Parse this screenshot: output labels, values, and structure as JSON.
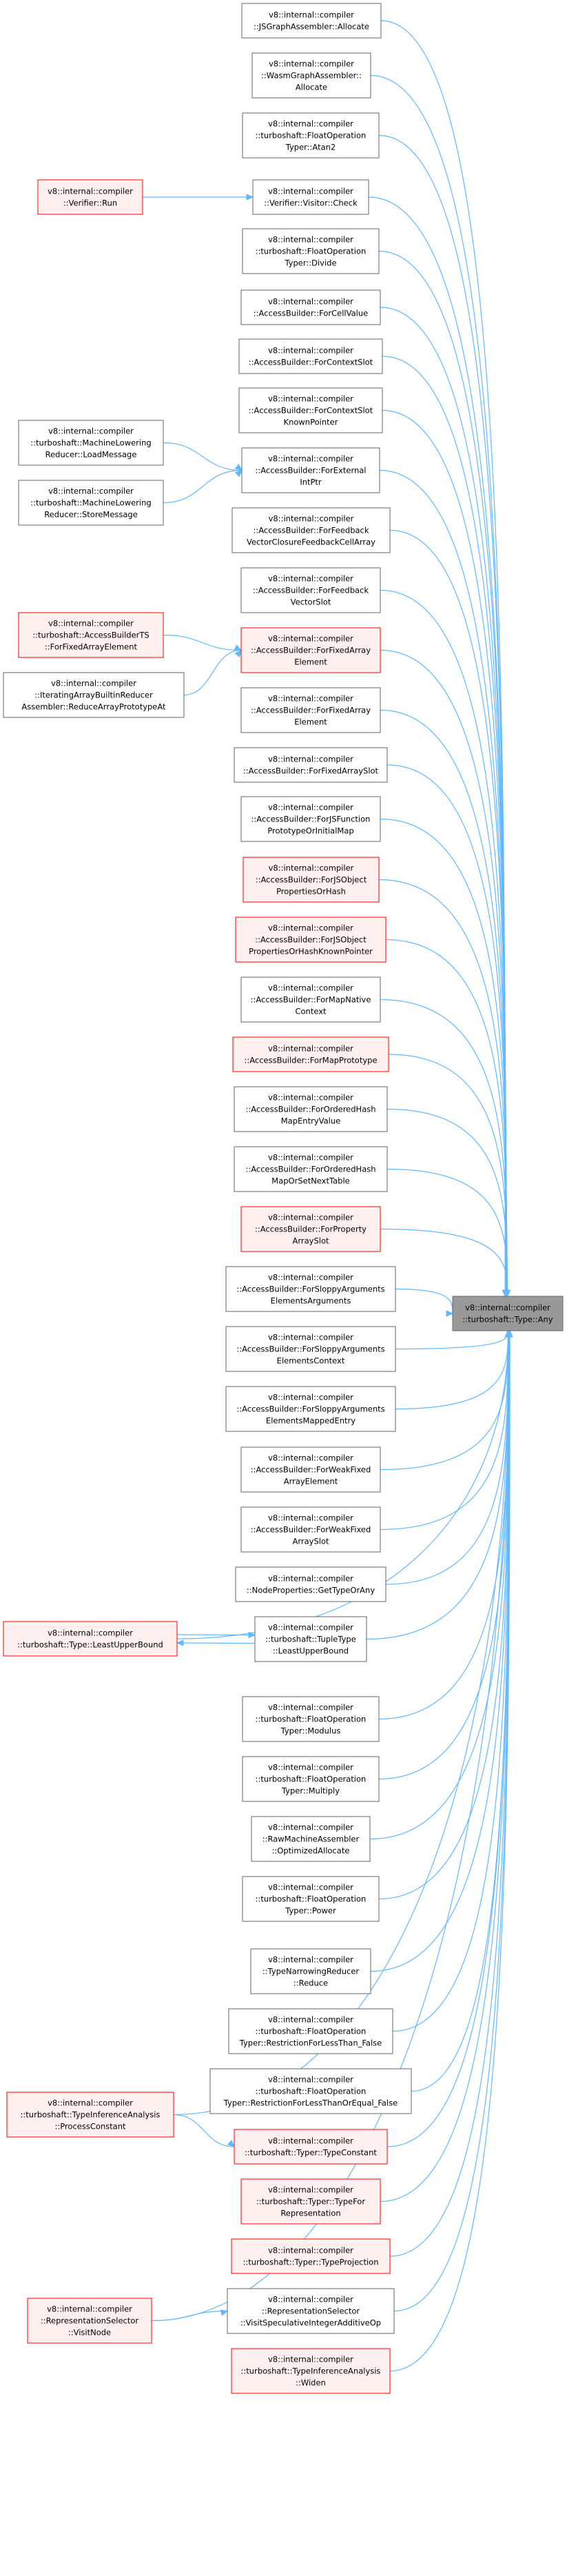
{
  "graph": {
    "target": {
      "id": "any",
      "lines": [
        "v8::internal::compiler",
        "::turboshaft::Type::Any"
      ]
    },
    "nodes": [
      {
        "id": "n01",
        "red": false,
        "lines": [
          "v8::internal::compiler",
          "::JSGraphAssembler::Allocate"
        ]
      },
      {
        "id": "n02",
        "red": false,
        "lines": [
          "v8::internal::compiler",
          "::WasmGraphAssembler::",
          "Allocate"
        ]
      },
      {
        "id": "n03",
        "red": false,
        "lines": [
          "v8::internal::compiler",
          "::turboshaft::FloatOperation",
          "Typer::Atan2"
        ]
      },
      {
        "id": "n04",
        "red": false,
        "lines": [
          "v8::internal::compiler",
          "::Verifier::Visitor::Check"
        ]
      },
      {
        "id": "n05",
        "red": false,
        "lines": [
          "v8::internal::compiler",
          "::turboshaft::FloatOperation",
          "Typer::Divide"
        ]
      },
      {
        "id": "n06",
        "red": false,
        "lines": [
          "v8::internal::compiler",
          "::AccessBuilder::ForCellValue"
        ]
      },
      {
        "id": "n07",
        "red": false,
        "lines": [
          "v8::internal::compiler",
          "::AccessBuilder::ForContextSlot"
        ]
      },
      {
        "id": "n08",
        "red": false,
        "lines": [
          "v8::internal::compiler",
          "::AccessBuilder::ForContextSlot",
          "KnownPointer"
        ]
      },
      {
        "id": "n09",
        "red": false,
        "lines": [
          "v8::internal::compiler",
          "::AccessBuilder::ForExternal",
          "IntPtr"
        ]
      },
      {
        "id": "n10",
        "red": false,
        "lines": [
          "v8::internal::compiler",
          "::AccessBuilder::ForFeedback",
          "VectorClosureFeedbackCellArray"
        ]
      },
      {
        "id": "n11",
        "red": false,
        "lines": [
          "v8::internal::compiler",
          "::AccessBuilder::ForFeedback",
          "VectorSlot"
        ]
      },
      {
        "id": "n12",
        "red": true,
        "lines": [
          "v8::internal::compiler",
          "::AccessBuilder::ForFixedArray",
          "Element"
        ]
      },
      {
        "id": "n13",
        "red": false,
        "lines": [
          "v8::internal::compiler",
          "::AccessBuilder::ForFixedArray",
          "Element"
        ]
      },
      {
        "id": "n14",
        "red": false,
        "lines": [
          "v8::internal::compiler",
          "::AccessBuilder::ForFixedArraySlot"
        ]
      },
      {
        "id": "n15",
        "red": false,
        "lines": [
          "v8::internal::compiler",
          "::AccessBuilder::ForJSFunction",
          "PrototypeOrInitialMap"
        ]
      },
      {
        "id": "n16",
        "red": true,
        "lines": [
          "v8::internal::compiler",
          "::AccessBuilder::ForJSObject",
          "PropertiesOrHash"
        ]
      },
      {
        "id": "n17",
        "red": true,
        "lines": [
          "v8::internal::compiler",
          "::AccessBuilder::ForJSObject",
          "PropertiesOrHashKnownPointer"
        ]
      },
      {
        "id": "n18",
        "red": false,
        "lines": [
          "v8::internal::compiler",
          "::AccessBuilder::ForMapNative",
          "Context"
        ]
      },
      {
        "id": "n19",
        "red": true,
        "lines": [
          "v8::internal::compiler",
          "::AccessBuilder::ForMapPrototype"
        ]
      },
      {
        "id": "n20",
        "red": false,
        "lines": [
          "v8::internal::compiler",
          "::AccessBuilder::ForOrderedHash",
          "MapEntryValue"
        ]
      },
      {
        "id": "n21",
        "red": false,
        "lines": [
          "v8::internal::compiler",
          "::AccessBuilder::ForOrderedHash",
          "MapOrSetNextTable"
        ]
      },
      {
        "id": "n22",
        "red": true,
        "lines": [
          "v8::internal::compiler",
          "::AccessBuilder::ForProperty",
          "ArraySlot"
        ]
      },
      {
        "id": "n23",
        "red": false,
        "lines": [
          "v8::internal::compiler",
          "::AccessBuilder::ForSloppyArguments",
          "ElementsArguments"
        ]
      },
      {
        "id": "n24",
        "red": false,
        "lines": [
          "v8::internal::compiler",
          "::AccessBuilder::ForSloppyArguments",
          "ElementsContext"
        ]
      },
      {
        "id": "n25",
        "red": false,
        "lines": [
          "v8::internal::compiler",
          "::AccessBuilder::ForSloppyArguments",
          "ElementsMappedEntry"
        ]
      },
      {
        "id": "n26",
        "red": false,
        "lines": [
          "v8::internal::compiler",
          "::AccessBuilder::ForWeakFixed",
          "ArrayElement"
        ]
      },
      {
        "id": "n27",
        "red": false,
        "lines": [
          "v8::internal::compiler",
          "::AccessBuilder::ForWeakFixed",
          "ArraySlot"
        ]
      },
      {
        "id": "n28",
        "red": false,
        "lines": [
          "v8::internal::compiler",
          "::NodeProperties::GetTypeOrAny"
        ]
      },
      {
        "id": "n29",
        "red": false,
        "lines": [
          "v8::internal::compiler",
          "::turboshaft::TupleType",
          "::LeastUpperBound"
        ]
      },
      {
        "id": "n30",
        "red": false,
        "lines": [
          "v8::internal::compiler",
          "::turboshaft::FloatOperation",
          "Typer::Modulus"
        ]
      },
      {
        "id": "n31",
        "red": false,
        "lines": [
          "v8::internal::compiler",
          "::turboshaft::FloatOperation",
          "Typer::Multiply"
        ]
      },
      {
        "id": "n32",
        "red": false,
        "lines": [
          "v8::internal::compiler",
          "::RawMachineAssembler",
          "::OptimizedAllocate"
        ]
      },
      {
        "id": "n33",
        "red": false,
        "lines": [
          "v8::internal::compiler",
          "::turboshaft::FloatOperation",
          "Typer::Power"
        ]
      },
      {
        "id": "n34",
        "red": false,
        "lines": [
          "v8::internal::compiler",
          "::TypeNarrowingReducer",
          "::Reduce"
        ]
      },
      {
        "id": "n35",
        "red": false,
        "lines": [
          "v8::internal::compiler",
          "::turboshaft::FloatOperation",
          "Typer::RestrictionForLessThan_False"
        ]
      },
      {
        "id": "n36",
        "red": false,
        "lines": [
          "v8::internal::compiler",
          "::turboshaft::FloatOperation",
          "Typer::RestrictionForLessThanOrEqual_False"
        ]
      },
      {
        "id": "n37",
        "red": true,
        "lines": [
          "v8::internal::compiler",
          "::turboshaft::Typer::TypeConstant"
        ]
      },
      {
        "id": "n38",
        "red": true,
        "lines": [
          "v8::internal::compiler",
          "::turboshaft::Typer::TypeFor",
          "Representation"
        ]
      },
      {
        "id": "n39",
        "red": true,
        "lines": [
          "v8::internal::compiler",
          "::turboshaft::Typer::TypeProjection"
        ]
      },
      {
        "id": "n40",
        "red": false,
        "lines": [
          "v8::internal::compiler",
          "::RepresentationSelector",
          "::VisitSpeculativeIntegerAdditiveOp"
        ]
      },
      {
        "id": "n41",
        "red": true,
        "lines": [
          "v8::internal::compiler",
          "::turboshaft::TypeInferenceAnalysis",
          "::Widen"
        ]
      },
      {
        "id": "c01",
        "red": true,
        "lines": [
          "v8::internal::compiler",
          "::Verifier::Run"
        ]
      },
      {
        "id": "c02",
        "red": false,
        "lines": [
          "v8::internal::compiler",
          "::turboshaft::MachineLowering",
          "Reducer::LoadMessage"
        ]
      },
      {
        "id": "c03",
        "red": false,
        "lines": [
          "v8::internal::compiler",
          "::turboshaft::MachineLowering",
          "Reducer::StoreMessage"
        ]
      },
      {
        "id": "c04",
        "red": true,
        "lines": [
          "v8::internal::compiler",
          "::turboshaft::AccessBuilderTS",
          "::ForFixedArrayElement"
        ]
      },
      {
        "id": "c05",
        "red": false,
        "lines": [
          "v8::internal::compiler",
          "::IteratingArrayBuiltinReducer",
          "Assembler::ReduceArrayPrototypeAt"
        ]
      },
      {
        "id": "c06",
        "red": true,
        "lines": [
          "v8::internal::compiler",
          "::turboshaft::Type::LeastUpperBound"
        ]
      },
      {
        "id": "c07",
        "red": true,
        "lines": [
          "v8::internal::compiler",
          "::turboshaft::TypeInferenceAnalysis",
          "::ProcessConstant"
        ]
      },
      {
        "id": "c08",
        "red": true,
        "lines": [
          "v8::internal::compiler",
          "::RepresentationSelector",
          "::VisitNode"
        ]
      }
    ]
  }
}
